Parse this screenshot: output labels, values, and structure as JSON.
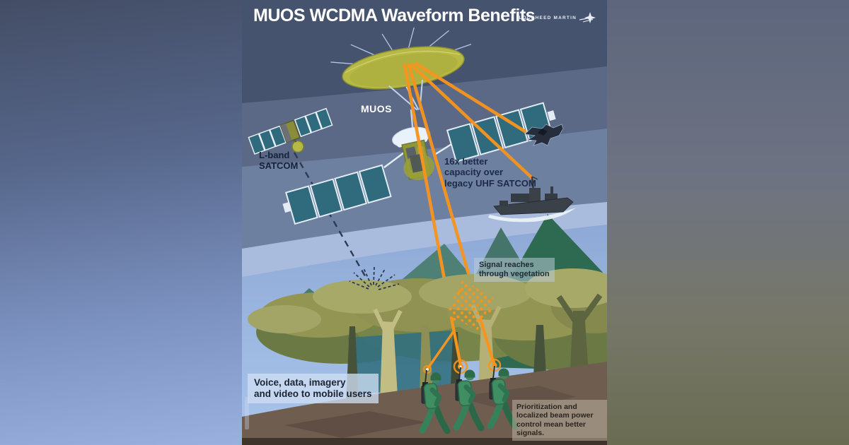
{
  "header": {
    "title": "MUOS WCDMA Waveform Benefits",
    "brand": "LOCKHEED MARTIN"
  },
  "satellites": {
    "muos_label": "MUOS",
    "lband_label": "L-band\nSATCOM"
  },
  "callouts": {
    "capacity": "16x better\ncapacity over\nlegacy UHF SATCOM",
    "vegetation": "Signal reaches\nthrough vegetation",
    "mobile": "Voice, data, imagery\nand video to mobile users",
    "prioritization": "Prioritization and\nlocalized beam power\ncontrol mean better signals."
  },
  "colors": {
    "beam_orange": "#F7941E",
    "dish_olive": "#B7B945",
    "solar_panel_teal": "#2F6A7D",
    "sky_dark": "#46536E",
    "sky_mid": "#5B6986",
    "sky_lower": "#6E809F",
    "horizon_pale": "#A9BCDE",
    "sky_light": "#90ABD8",
    "mountain_teal": "#4E8076",
    "mountain_green": "#2E6A52",
    "canopy_olive": "#8F9252",
    "ground_brown": "#6F5D50",
    "soldier_green": "#3F8F63",
    "label_dark": "#1D2A47",
    "title_white": "#FFFFFF"
  }
}
